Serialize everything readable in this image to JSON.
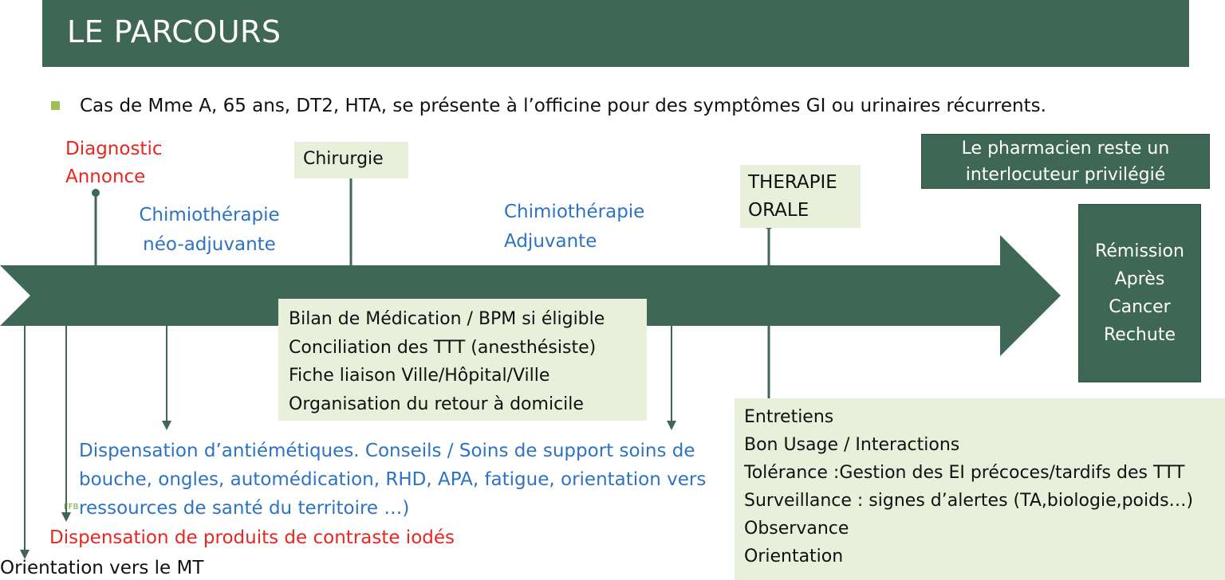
{
  "header": {
    "title": "LE PARCOURS"
  },
  "intro": {
    "text": "Cas de Mme A,  65 ans, DT2, HTA, se présente à l’officine pour des symptômes GI ou urinaires récurrents."
  },
  "milestones": {
    "diagnostic": [
      "Diagnostic",
      "Annonce"
    ],
    "chimio_neo": [
      "Chimiothérapie",
      "néo-adjuvante"
    ],
    "chirurgie": "Chirurgie",
    "chimio_adj": [
      "Chimiothérapie",
      "Adjuvante"
    ],
    "therapie": [
      "THERAPIE",
      "ORALE"
    ]
  },
  "pharmacist_box": [
    "Le pharmacien reste un",
    "interlocuteur privilégié"
  ],
  "remission_box": [
    "Rémission",
    "Après",
    "Cancer",
    "Rechute"
  ],
  "bilan_box": [
    "Bilan de Médication / BPM si éligible",
    "Conciliation des TTT (anesthésiste)",
    "Fiche liaison Ville/Hôpital/Ville",
    "Organisation du retour à domicile"
  ],
  "entretiens_box": [
    "Entretiens",
    "Bon Usage / Interactions",
    "Tolérance :Gestion des EI précoces/tardifs des TTT",
    "Surveillance : signes d’alertes (TA,biologie,poids…)",
    "Observance",
    "Orientation"
  ],
  "dispensation": [
    "Dispensation d’antiémétiques. Conseils / Soins de support soins de",
    "bouche, ongles, automédication, RHD, APA, fatigue, orientation vers",
    "ressources de santé du territoire …)"
  ],
  "contraste": "Dispensation de produits de contraste iodés",
  "orientation_mt": "Orientation vers le MT",
  "small_mark": "FFB",
  "colors": {
    "dark_green": "#3f6756",
    "light_green_box": "#e8f0dc",
    "bullet": "#9bc155",
    "red": "#e8261f",
    "blue": "#2d73c1"
  }
}
